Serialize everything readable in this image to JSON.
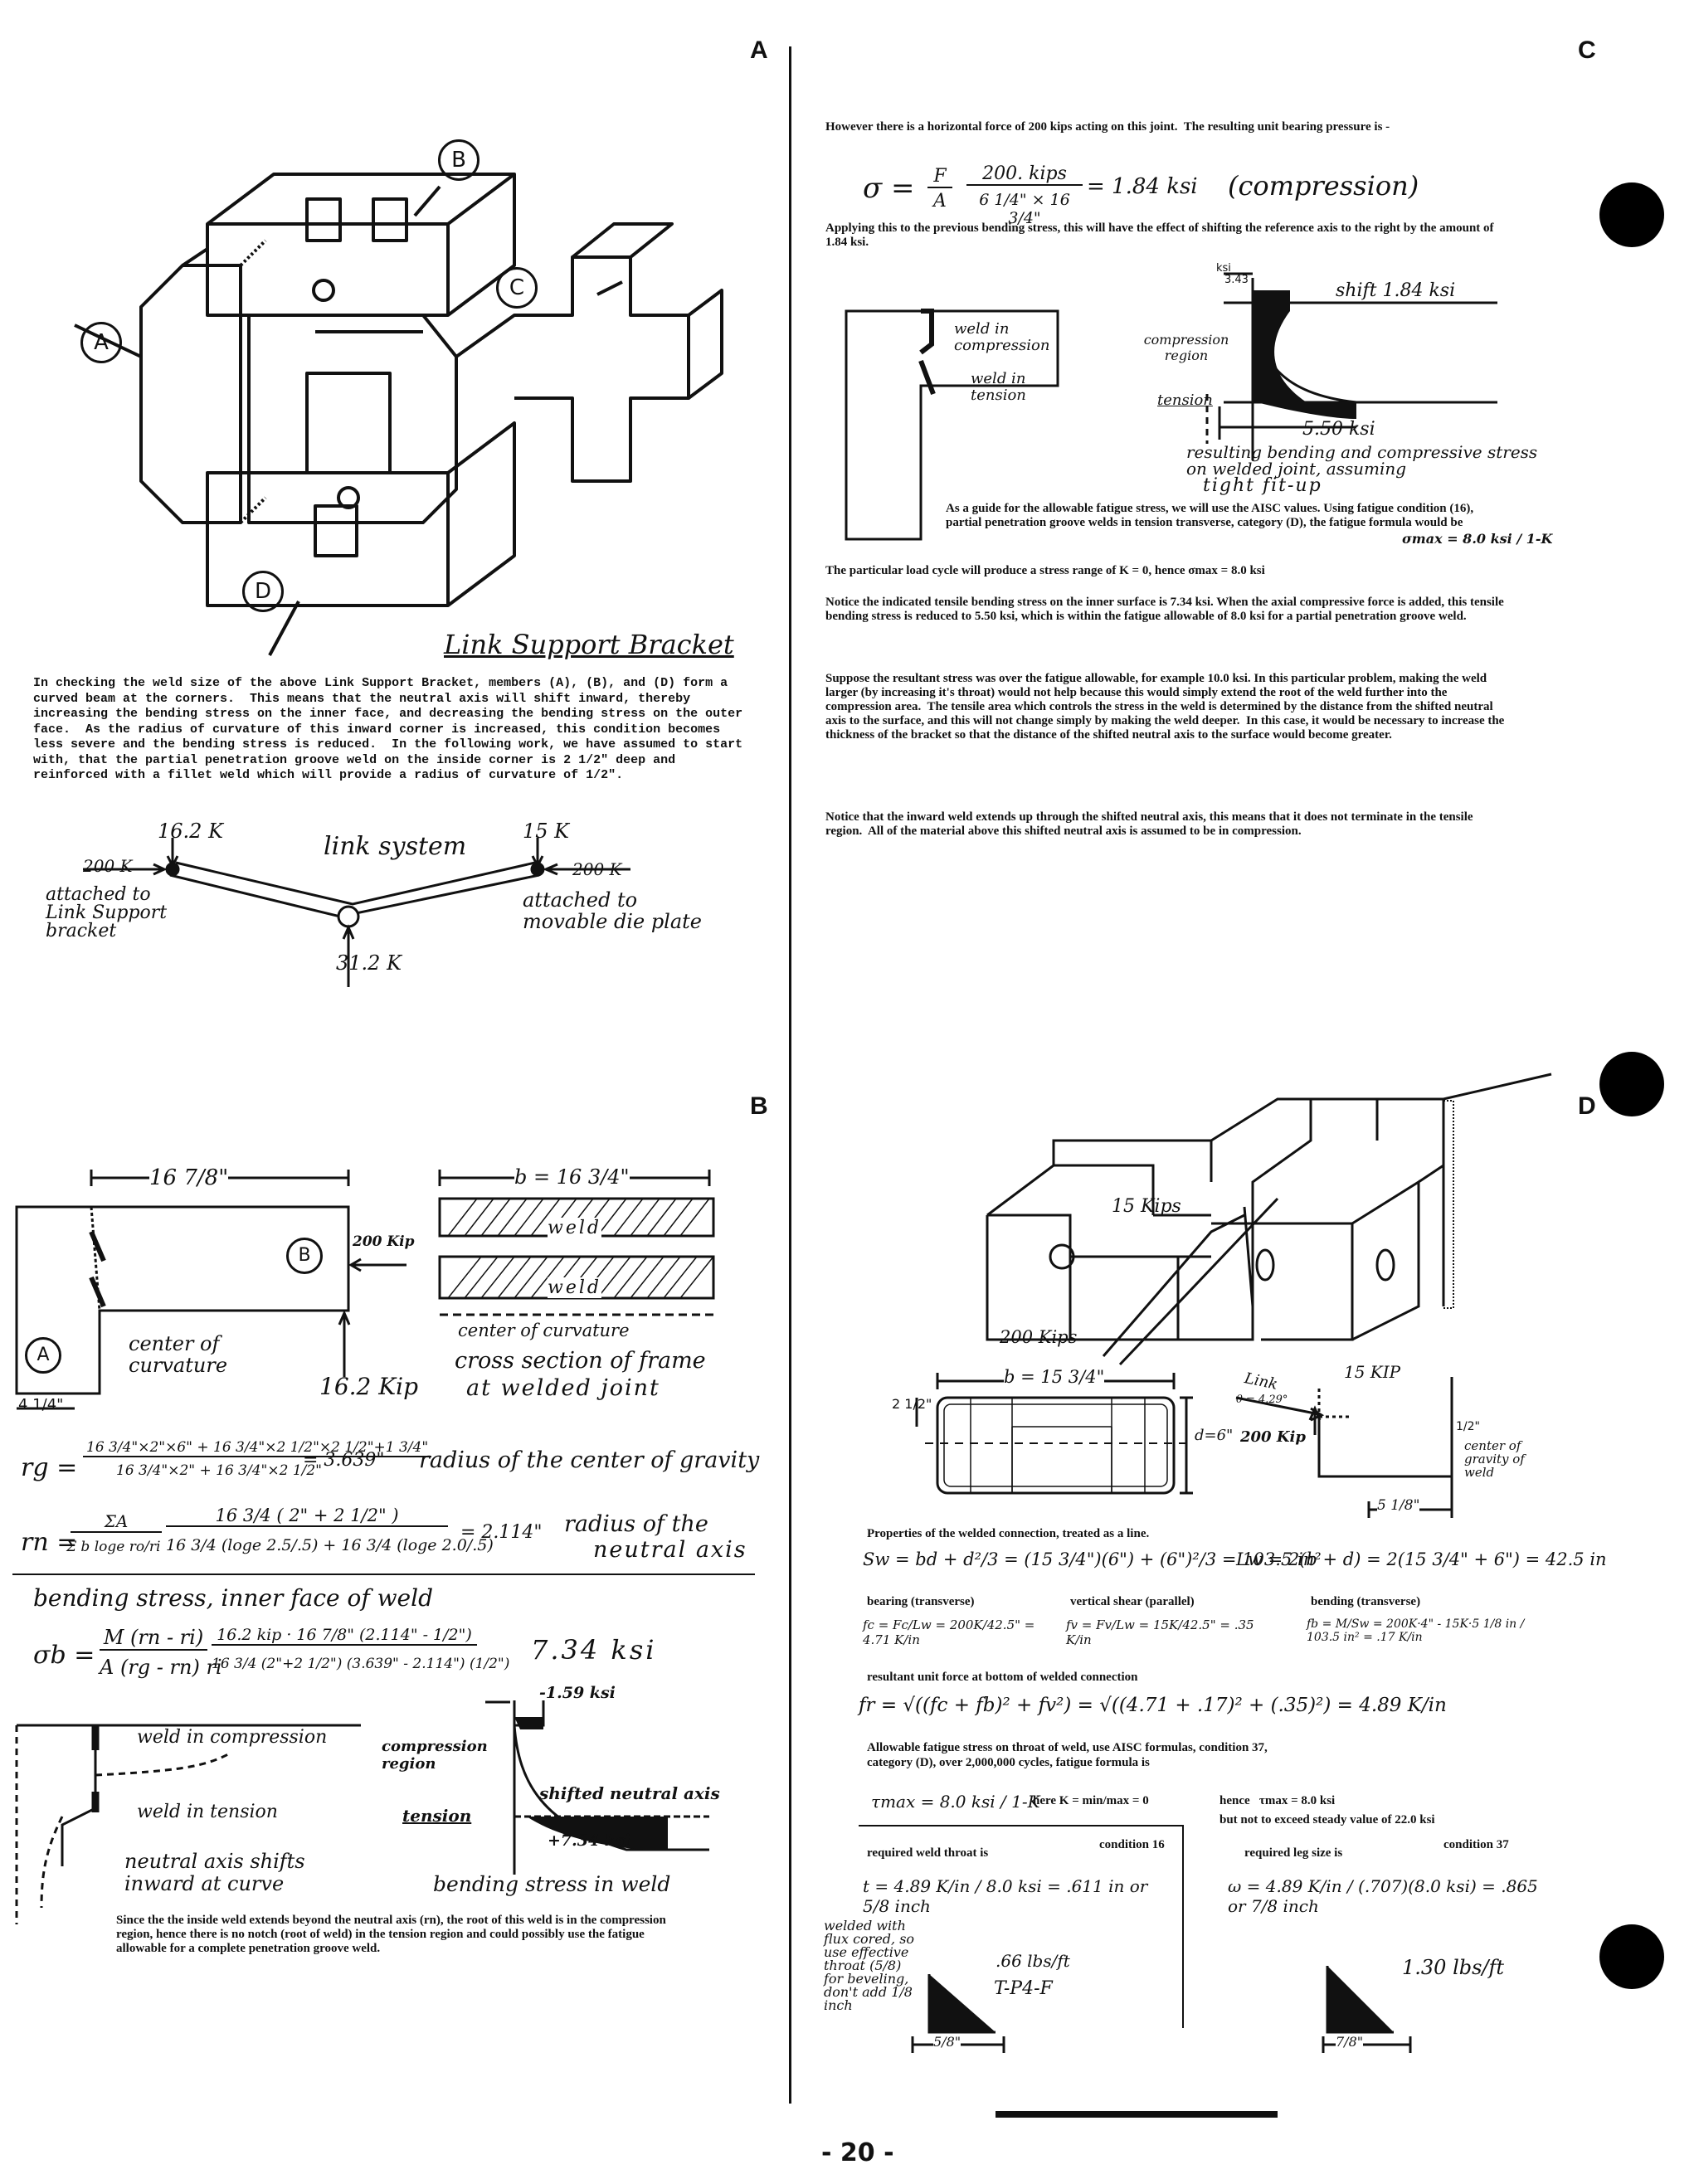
{
  "page": {
    "page_number": "- 20 -",
    "corners": {
      "A": "A",
      "B": "B",
      "C": "C",
      "D": "D"
    }
  },
  "sectionA": {
    "callouts": [
      "A",
      "B",
      "C",
      "D"
    ],
    "caption": "Link Support Bracket",
    "paragraph": "In checking the weld size of the above Link Support Bracket, members (A), (B), and (D) form a curved beam at the corners.  This means that the neutral axis will shift inward, thereby increasing the bending stress on the inner face, and decreasing the bending stress on the outer face.  As the radius of curvature of this inward corner is increased, this condition becomes less severe and the bending stress is reduced.  In the following work, we have assumed to start with, that the partial penetration groove weld on the inside corner is 2 1/2\" deep and reinforced with a fillet weld which will provide a radius of curvature of 1/2\".",
    "link_system": {
      "title": "link system",
      "left_force": "16.2 K",
      "right_force": "15 K",
      "left_horiz": "200 K",
      "right_horiz": "200 K",
      "bottom_force": "31.2 K",
      "left_note": "attached to Link Support bracket",
      "right_note": "attached to movable die plate"
    }
  },
  "sectionB": {
    "dim_top": "16 7/8\"",
    "dim_b": "b = 16 3/4\"",
    "label_B": "B",
    "label_A": "A",
    "force_200": "200 Kip",
    "force_16": "16.2 Kip",
    "center_curv": "center of curvature",
    "section_caption_1": "cross section of frame",
    "section_caption_2": "at welded joint",
    "weld": "weld",
    "center_curv2": "center of curvature",
    "dim_left": "4 1/4\"",
    "eq_rg_lhs": "rg =",
    "eq_rg_frac_top": "16 3/4\"×2\"×6\" + 16 3/4\"×2 1/2\"×2 1/2\"+1 3/4\"",
    "eq_rg_frac_bot": "16 3/4\"×2\" + 16 3/4\"×2 1/2\"",
    "eq_rg_result": "= 3.639\"",
    "eq_rg_note": "radius of the center of gravity",
    "eq_rn_lhs": "rn =",
    "eq_rn_frac1_top": "ΣA",
    "eq_rn_frac1_bot": "Σ b loge ro/ri",
    "eq_rn_frac2_top": "16 3/4 ( 2\" + 2 1/2\" )",
    "eq_rn_frac2_bot": "16 3/4 (loge 2.5/.5) + 16 3/4 (loge 2.0/.5)",
    "eq_rn_result": "= 2.114\"",
    "eq_rn_note_1": "radius of the",
    "eq_rn_note_2": "neutral axis",
    "bending_heading": "bending stress, inner face of weld",
    "eq_sb_lhs": "σb =",
    "eq_sb_frac1_top": "M (rn - ri)",
    "eq_sb_frac1_bot": "A (rg - rn) ri",
    "eq_sb_frac2_top": "16.2 kip · 16 7/8\" (2.114\" - 1/2\")",
    "eq_sb_frac2_bot": "16 3/4 (2\"+2 1/2\") (3.639\" - 2.114\") (1/2\")",
    "eq_sb_result": "7.34 ksi",
    "stress_top": "-1.59 ksi",
    "stress_bot": "+7.34 ksi",
    "compression_region": "compression region",
    "tension": "tension",
    "shifted_axis": "shifted neutral axis",
    "bending_in_weld": "bending stress in weld",
    "weld_comp": "weld in compression",
    "weld_tension": "weld in tension",
    "neutral_shift_1": "neutral axis shifts",
    "neutral_shift_2": "inward at curve",
    "para": "Since the the inside weld extends beyond the neutral axis (rn), the root of this weld is in the compression region, hence there is no notch (root of weld) in the tension region and could possibly use the fatigue allowable for a complete penetration groove weld."
  },
  "sectionC": {
    "para1": "However there is a horizontal force of 200 kips acting on this joint.  The resulting unit bearing pressure is -",
    "eq_sigma": "σ =",
    "eq_frac1_top": "F",
    "eq_frac1_bot": "A",
    "eq_frac2_top": "200. kips",
    "eq_frac2_bot": "6 1/4\" × 16 3/4\"",
    "eq_result": "= 1.84 ksi",
    "eq_note": "(compression)",
    "para2": "Applying this to the previous bending stress, this will have the effect of shifting the reference axis to the right by the amount of 1.84 ksi.",
    "shift_label": "shift 1.84 ksi",
    "ksi_top": "ksi",
    "top_small": "3.43",
    "weld_comp": "weld in compression",
    "weld_tens": "weld in tension",
    "compression_region": "compression region",
    "tension": "tension",
    "ksi_550": "5.50 ksi",
    "resulting_1": "resulting bending and compressive stress",
    "resulting_2": "on welded joint, assuming",
    "resulting_3": "tight fit-up",
    "para3": "As a guide for the allowable fatigue stress, we will use the AISC values. Using fatigue condition (16), partial penetration groove welds in tension transverse, category (D), the fatigue formula would be",
    "fatigue_formula": "σmax = 8.0 ksi / 1-K",
    "para4": "The particular load cycle will produce a stress range of K = 0, hence σmax = 8.0 ksi",
    "para5": "Notice the indicated tensile bending stress on the inner surface is 7.34 ksi. When the axial compressive force is added, this tensile bending stress is reduced to 5.50 ksi, which is within the fatigue allowable of 8.0 ksi for a partial penetration groove weld.",
    "para6": "Suppose the resultant stress was over the fatigue allowable, for example 10.0 ksi. In this particular problem, making the weld larger (by increasing it's throat) would not help because this would simply extend the root of the weld further into the compression area.  The tensile area which controls the stress in the weld is determined by the distance from the shifted neutral axis to the surface, and this will not change simply by making the weld deeper.  In this case, it would be necessary to increase the thickness of the bracket so that the distance of the shifted neutral axis to the surface would become greater.",
    "para7": "Notice that the inward weld extends up through the shifted neutral axis, this means that it does not terminate in the tensile region.  All of the material above this shifted neutral axis is assumed to be in compression."
  },
  "sectionD": {
    "kips15": "15 Kips",
    "kips200": "200 Kips",
    "b_dim": "b = 15 3/4\"",
    "d_dim": "d=6\"",
    "dim_left": "2 1/2\"",
    "link": "Link",
    "theta": "θ = 4.29°",
    "kip15": "15 KIP",
    "kip200": "200 Kip",
    "half": "1/2\"",
    "center_weld": "center of gravity of weld",
    "dim_56": "5 1/8\"",
    "props": "Properties of the welded connection, treated as a line.",
    "sw_eq": "Sw = bd + d²/3 = (15 3/4\")(6\") + (6\")²/3 = 103.5 in²",
    "lw_eq": "Lw = 2(b + d) = 2(15 3/4\" + 6\") = 42.5 in",
    "h_bearing": "bearing (transverse)",
    "h_shear": "vertical shear (parallel)",
    "h_bending": "bending (transverse)",
    "f_bearing": "fc = Fc/Lw = 200K/42.5\" = 4.71 K/in",
    "f_shear": "fv = Fv/Lw = 15K/42.5\" = .35 K/in",
    "f_bending": "fb = M/Sw = 200K·4\" - 15K·5 1/8 in / 103.5 in² = .17 K/in",
    "resultant_h": "resultant unit force at bottom of welded connection",
    "fr_eq": "fr = √((fc + fb)² + fv²) = √((4.71 + .17)² + (.35)²) = 4.89 K/in",
    "allow_1": "Allowable fatigue stress on throat of weld, use AISC formulas, condition 37,",
    "allow_2": "category (D), over 2,000,000 cycles, fatigue formula is",
    "tmax": "τmax = 8.0 ksi / 1-K",
    "here_k": "here K = min/max = 0",
    "hence": "hence   τmax = 8.0 ksi",
    "not_exceed": "but not to exceed steady value of 22.0 ksi",
    "req_throat": "required weld throat is",
    "cond16": "condition 16",
    "req_leg": "required leg size is",
    "cond37": "condition 37",
    "throat_eq": "t = 4.89 K/in / 8.0 ksi = .611 in  or 5/8 inch",
    "leg_eq": "ω = 4.89 K/in / (.707)(8.0 ksi) = .865  or 7/8 inch",
    "welded_note": "welded with flux cored, so use effective throat (5/8) for beveling, don't add 1/8 inch",
    "lbs66": ".66 lbs/ft",
    "tp4f": "T-P4-F",
    "dim58": "5/8\"",
    "lbs130": "1.30 lbs/ft",
    "dim78": "7/8\""
  }
}
